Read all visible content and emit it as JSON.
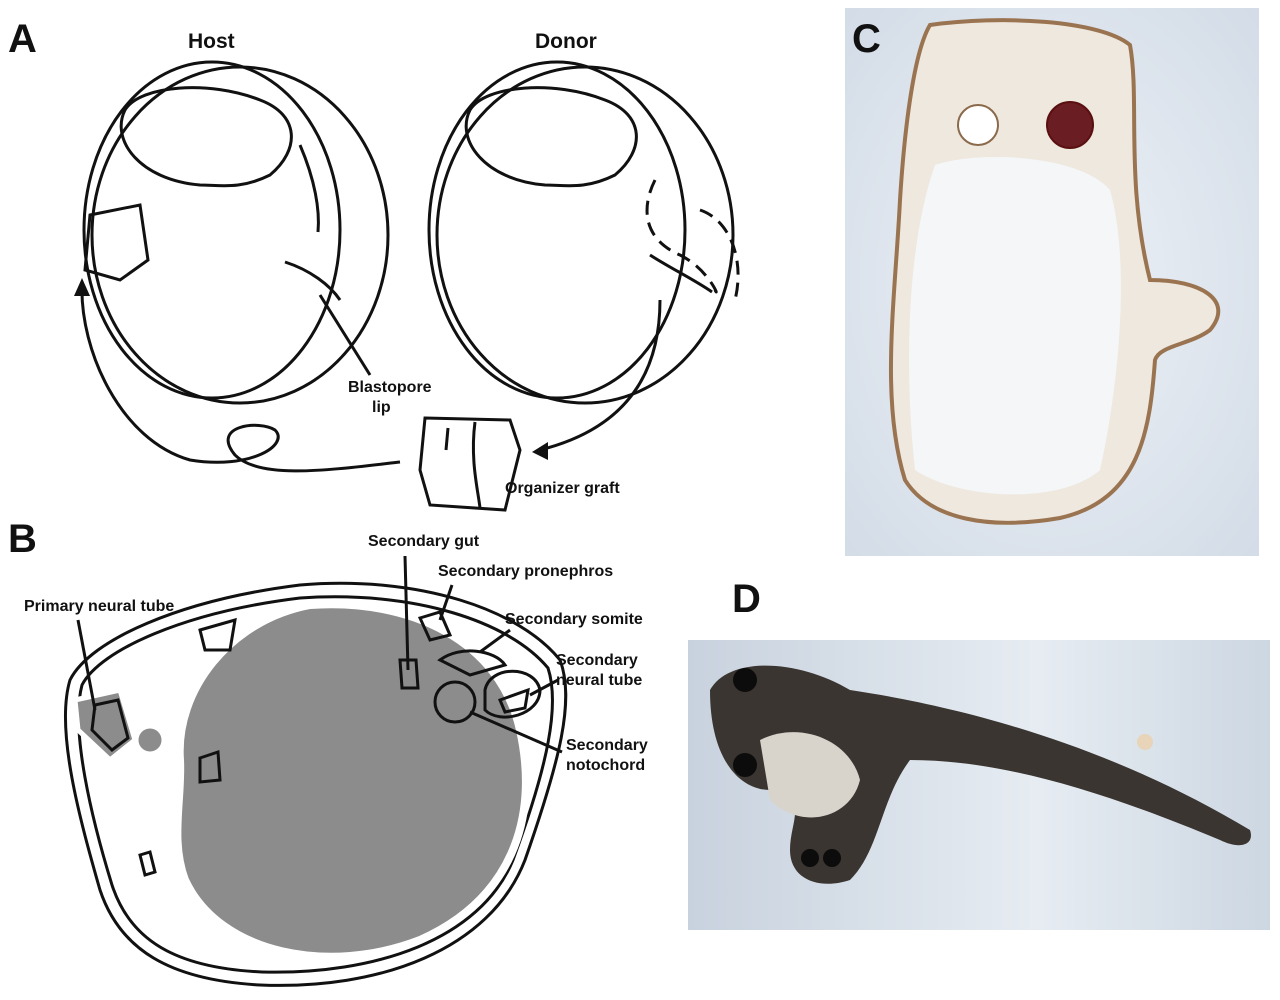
{
  "panels": {
    "a": "A",
    "b": "B",
    "c": "C",
    "d": "D"
  },
  "panel_a": {
    "host_title": "Host",
    "donor_title": "Donor",
    "blastopore_line1": "Blastopore",
    "blastopore_line2": "lip",
    "organizer_graft": "Organizer graft"
  },
  "panel_b": {
    "primary_neural_tube": "Primary neural tube",
    "secondary_gut": "Secondary gut",
    "secondary_pronephros": "Secondary pronephros",
    "secondary_somite": "Secondary somite",
    "secondary_neural_tube_1": "Secondary",
    "secondary_neural_tube_2": "neural tube",
    "secondary_notochord_1": "Secondary",
    "secondary_notochord_2": "notochord"
  },
  "colors": {
    "host_gray": "#8c8c8c",
    "donor_light": "#d9d9d9",
    "photo_bg": "#dfe6ee"
  }
}
